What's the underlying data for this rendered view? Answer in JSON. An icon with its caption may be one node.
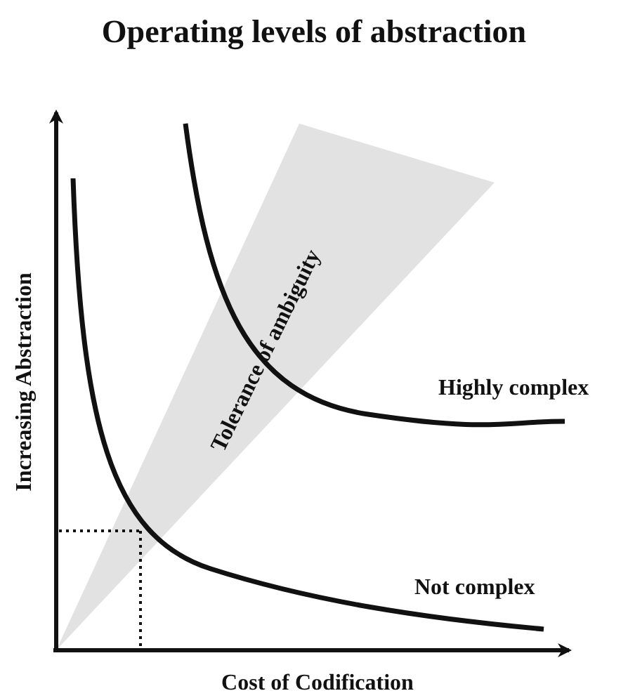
{
  "diagram": {
    "title": "Operating levels of abstraction",
    "labels": [
      "Tolerance of ambiguity",
      "Highly complex",
      "Not complex",
      "Increasing Abstraction",
      "Cost of Codification"
    ]
  }
}
